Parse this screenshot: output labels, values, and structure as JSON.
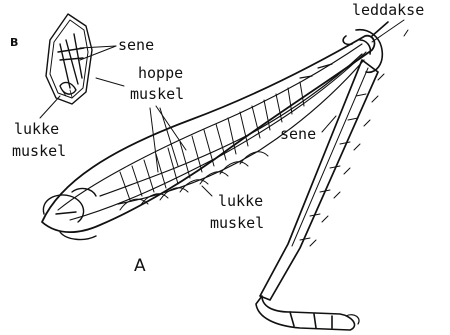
{
  "labels": {
    "panel_b": "B",
    "panel_a": "A",
    "sene_b": "sene",
    "lukke_muskel_b_line1": "lukke",
    "lukke_muskel_b_line2": "muskel",
    "hoppe_muskel_line1": "hoppe",
    "hoppe_muskel_line2": "muskel",
    "leddakse": "leddakse",
    "sene_a": "sene",
    "lukke_muskel_a_line1": "lukke",
    "lukke_muskel_a_line2": "muskel"
  },
  "colors": {
    "ink": "#111111",
    "background": "#ffffff"
  }
}
